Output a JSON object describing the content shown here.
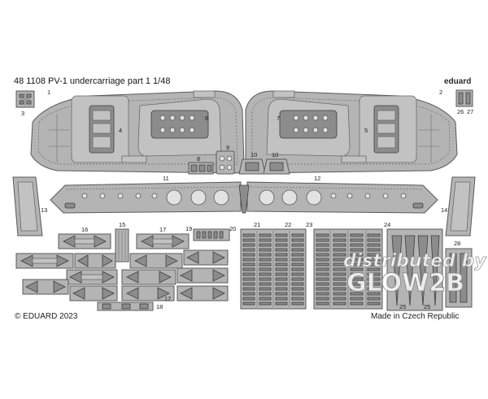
{
  "header": {
    "title": "48 1108 PV-1 undercarriage   part 1   1/48",
    "brand": "eduard"
  },
  "footer": {
    "copyright": "© EDUARD 2023",
    "made_in": "Made in Czech Republic"
  },
  "watermark": {
    "line1": "distributed by",
    "line2": "GLOW2B"
  },
  "part_numbers": {
    "p1": "1",
    "p2": "2",
    "p3": "3",
    "p4": "4",
    "p5": "5",
    "p6": "6",
    "p7": "7",
    "p8": "8",
    "p9": "9",
    "p10a": "10",
    "p10b": "10",
    "p11": "11",
    "p12": "12",
    "p13": "13",
    "p14": "14",
    "p15": "15",
    "p16": "16",
    "p17a": "17",
    "p17b": "17",
    "p18": "18",
    "p19": "19",
    "p20": "20",
    "p21": "21",
    "p22": "22",
    "p23": "23",
    "p24": "24",
    "p25a": "25",
    "p25b": "25",
    "p26": "26",
    "p27": "27",
    "p28": "28"
  },
  "colors": {
    "fret": "#b4b4b4",
    "etched_dark": "#8c8c8c",
    "outline": "#5a5a5a"
  }
}
